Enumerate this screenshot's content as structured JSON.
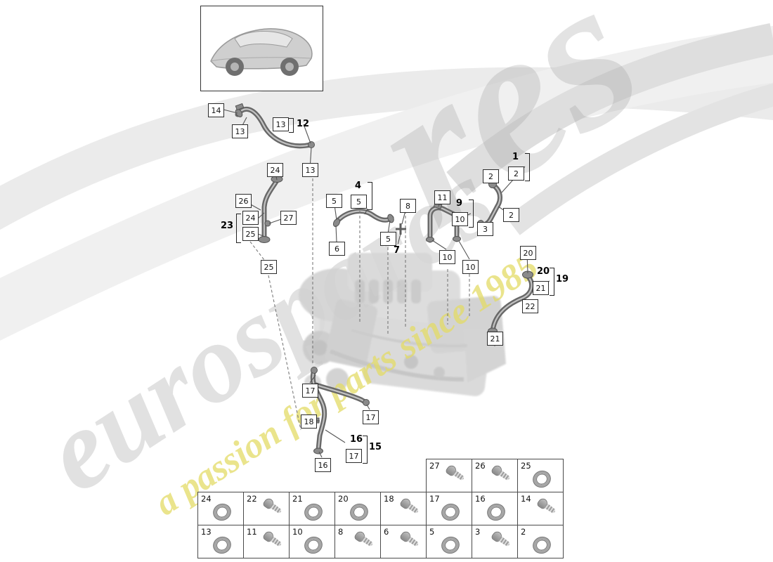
{
  "watermark": {
    "brand": "eurospares",
    "brand_large_fragment": "res",
    "tagline": "a passion for parts since 1985",
    "brand_color": "#9a9a9a",
    "tagline_color": "#e3db66"
  },
  "labels": {
    "c14": "14",
    "c13a": "13",
    "g12_box": "13",
    "g12_lbl": "12",
    "c24a": "24",
    "c13b": "13",
    "c26": "26",
    "c27": "27",
    "g23_lbl": "23",
    "g23_b1": "24",
    "g23_b2": "25",
    "c25b": "25",
    "c5a": "5",
    "g45_t": "4",
    "g45_b": "5",
    "c6": "6",
    "c5c": "5",
    "c8": "8",
    "c7": "7",
    "c11": "11",
    "g910_t": "9",
    "g910_b": "10",
    "c10b": "10",
    "c10c": "10",
    "c2a": "2",
    "g1_t": "1",
    "g1_b": "2",
    "c2b": "2",
    "c3": "3",
    "c20a": "20",
    "g19_t": "20",
    "g19_b": "21",
    "g19_lbl": "19",
    "c22": "22",
    "c21b": "21",
    "c17a": "17",
    "c17b": "17",
    "c18": "18",
    "g15_t": "16",
    "g15_b": "17",
    "g15_lbl": "15",
    "c16b": "16"
  },
  "parts_grid": {
    "row_top": [
      {
        "num": "27",
        "icon": "screw"
      },
      {
        "num": "26",
        "icon": "screw"
      },
      {
        "num": "25",
        "icon": "oring"
      }
    ],
    "row_mid": [
      {
        "num": "24",
        "icon": "oring"
      },
      {
        "num": "22",
        "icon": "screw"
      },
      {
        "num": "21",
        "icon": "oring"
      },
      {
        "num": "20",
        "icon": "oring"
      },
      {
        "num": "18",
        "icon": "screw"
      },
      {
        "num": "17",
        "icon": "oring"
      },
      {
        "num": "16",
        "icon": "oring"
      },
      {
        "num": "14",
        "icon": "screw"
      }
    ],
    "row_bot": [
      {
        "num": "13",
        "icon": "oring"
      },
      {
        "num": "11",
        "icon": "screw"
      },
      {
        "num": "10",
        "icon": "oring"
      },
      {
        "num": "8",
        "icon": "screw"
      },
      {
        "num": "6",
        "icon": "screw"
      },
      {
        "num": "5",
        "icon": "oring"
      },
      {
        "num": "3",
        "icon": "screw"
      },
      {
        "num": "2",
        "icon": "oring"
      }
    ]
  }
}
